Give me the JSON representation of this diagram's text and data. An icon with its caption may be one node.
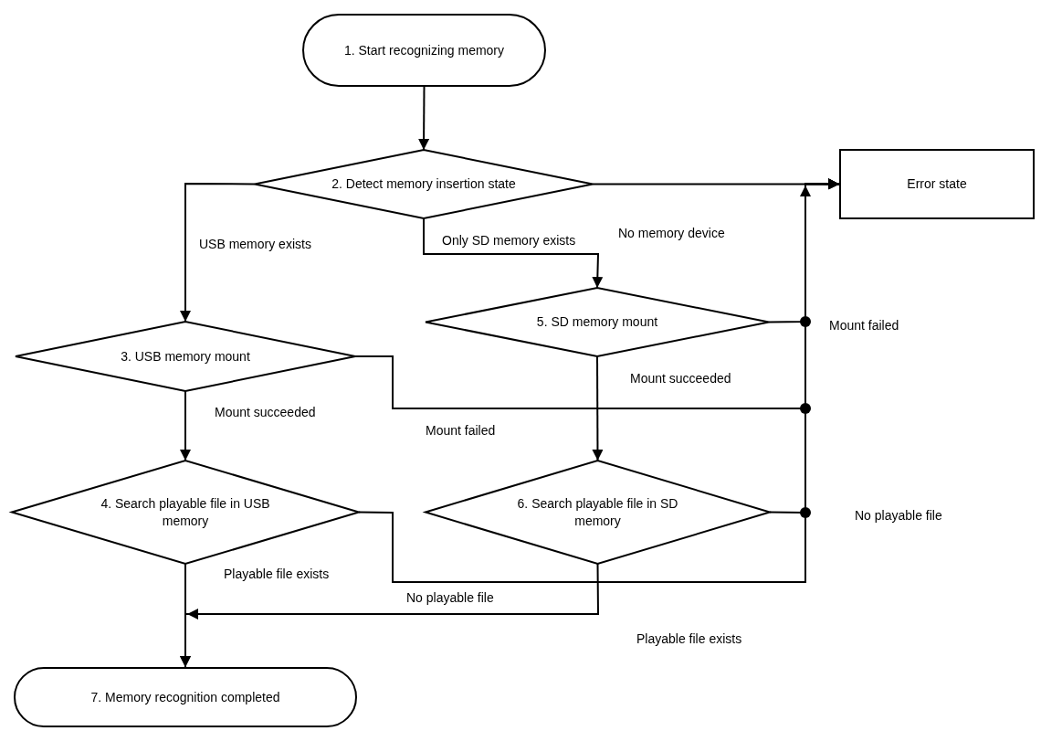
{
  "diagram": {
    "nodes": [
      {
        "text": [
          "1. Start recognizing memory"
        ]
      },
      {
        "text": [
          "2. Detect memory insertion state"
        ]
      },
      {
        "text": [
          "Error state"
        ]
      },
      {
        "text": [
          "3. USB memory mount"
        ]
      },
      {
        "text": [
          "5. SD memory mount"
        ]
      },
      {
        "text": [
          "4. Search playable file in USB memory"
        ]
      },
      {
        "text": [
          "6. Search playable file in SD memory"
        ]
      },
      {
        "text": [
          "7. Memory recognition completed"
        ]
      }
    ],
    "edges": [
      {
        "from": 0,
        "to": 1,
        "arrow": "to"
      },
      {
        "from": 1,
        "to": 2,
        "arrow": "to",
        "label": "No memory device"
      },
      {
        "from": 1,
        "to": 3,
        "arrow": "to",
        "label": "USB memory exists"
      },
      {
        "from": 1,
        "to": 4,
        "arrow": "to",
        "label": "Only SD memory exists"
      },
      {
        "from": 3,
        "to": 5,
        "arrow": "to",
        "label": "Mount succeeded"
      },
      {
        "from": 3,
        "to": 2,
        "arrow": "to",
        "label": "Mount failed"
      },
      {
        "from": 4,
        "to": 2,
        "arrow": "to",
        "label": "Mount failed"
      },
      {
        "from": 4,
        "to": 6,
        "arrow": "to",
        "label": "Mount succeeded"
      },
      {
        "from": 5,
        "to": 2,
        "arrow": "to"
      },
      {
        "from": 6,
        "to": 2,
        "arrow": "to",
        "label": "No playable file"
      },
      {
        "from": 5,
        "to": 7,
        "arrow": "to",
        "label": "Playable file exists"
      },
      {
        "from": 6,
        "to": 7,
        "arrow": "to",
        "label": "No playable file"
      }
    ],
    "labels": [
      "Playable file exists"
    ]
  }
}
